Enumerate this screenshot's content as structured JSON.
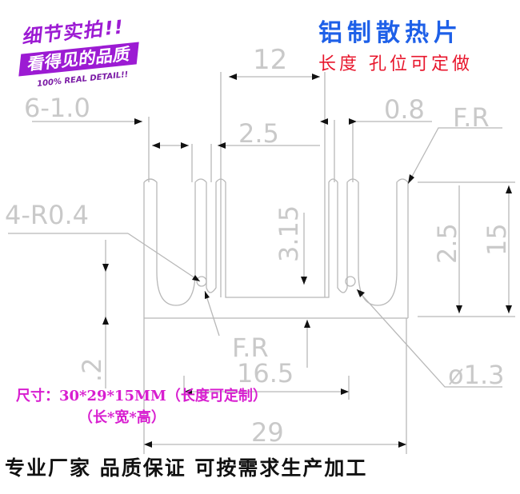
{
  "header": {
    "title": "铝制散热片",
    "subtitle": "长度 孔位可定做"
  },
  "badge": {
    "line1": "细节实拍!!",
    "line2": "看得见的品质",
    "line3": "100% REAL DETAIL!!"
  },
  "dimensions": {
    "d12": "12",
    "d6_1": "6-1.0",
    "d0_8": "0.8",
    "fr_top": "F.R",
    "d2_5_top": "2.5",
    "r4": "4-R0.4",
    "d3_15": "3.15",
    "d2_5_side": "2.5",
    "d15": "15",
    "d_2": ".2",
    "fr_bottom": "F.R",
    "d16_5": "16.5",
    "phi1_3": "ø1.3",
    "d29": "29"
  },
  "notes": {
    "size": "尺寸：30*29*15MM（长度可定制）",
    "dims": "（长*宽*高）",
    "bottom": "专业厂家 品质保证 可按需求生产加工"
  }
}
